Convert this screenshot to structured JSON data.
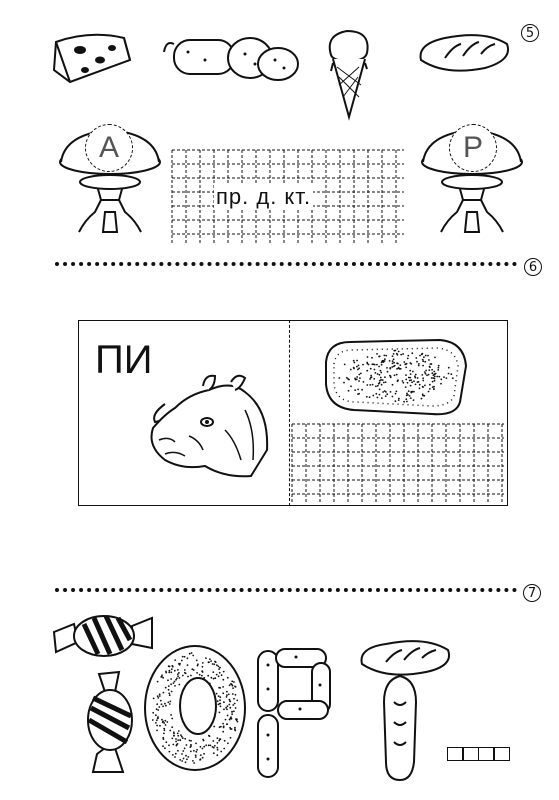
{
  "task5": {
    "number": "5",
    "plate_left_letter": "А",
    "plate_right_letter": "Р",
    "word_template": "пр. д. кт."
  },
  "task6": {
    "number": "6",
    "syllable": "ПИ"
  },
  "task7": {
    "number": "7",
    "answer_cells": 4
  }
}
